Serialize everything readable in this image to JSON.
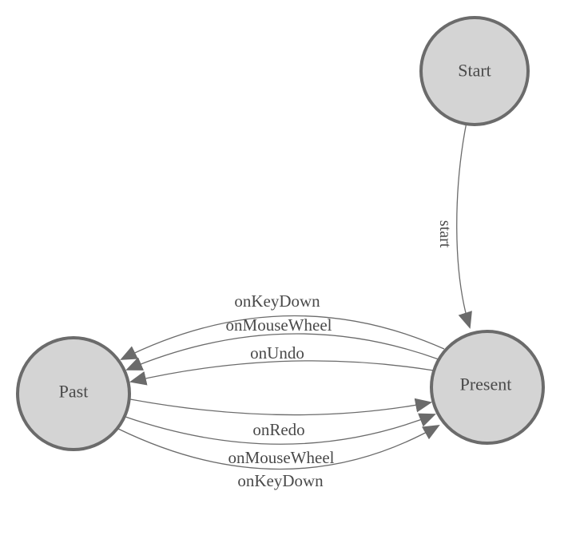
{
  "diagram": {
    "type": "state-machine",
    "colors": {
      "background": "#ffffff",
      "node_fill": "#d4d4d4",
      "node_stroke": "#6b6b6b",
      "edge_stroke": "#6b6b6b",
      "arrowhead_fill": "#6b6b6b",
      "label_text": "#4a4a4a"
    },
    "nodes": [
      {
        "id": "start",
        "label": "Start"
      },
      {
        "id": "present",
        "label": "Present"
      },
      {
        "id": "past",
        "label": "Past"
      }
    ],
    "edges": [
      {
        "from": "start",
        "to": "present",
        "label": "start"
      },
      {
        "from": "present",
        "to": "past",
        "label": "onKeyDown"
      },
      {
        "from": "present",
        "to": "past",
        "label": "onMouseWheel"
      },
      {
        "from": "present",
        "to": "past",
        "label": "onUndo"
      },
      {
        "from": "past",
        "to": "present",
        "label": "onRedo"
      },
      {
        "from": "past",
        "to": "present",
        "label": "onMouseWheel"
      },
      {
        "from": "past",
        "to": "present",
        "label": "onKeyDown"
      }
    ]
  }
}
